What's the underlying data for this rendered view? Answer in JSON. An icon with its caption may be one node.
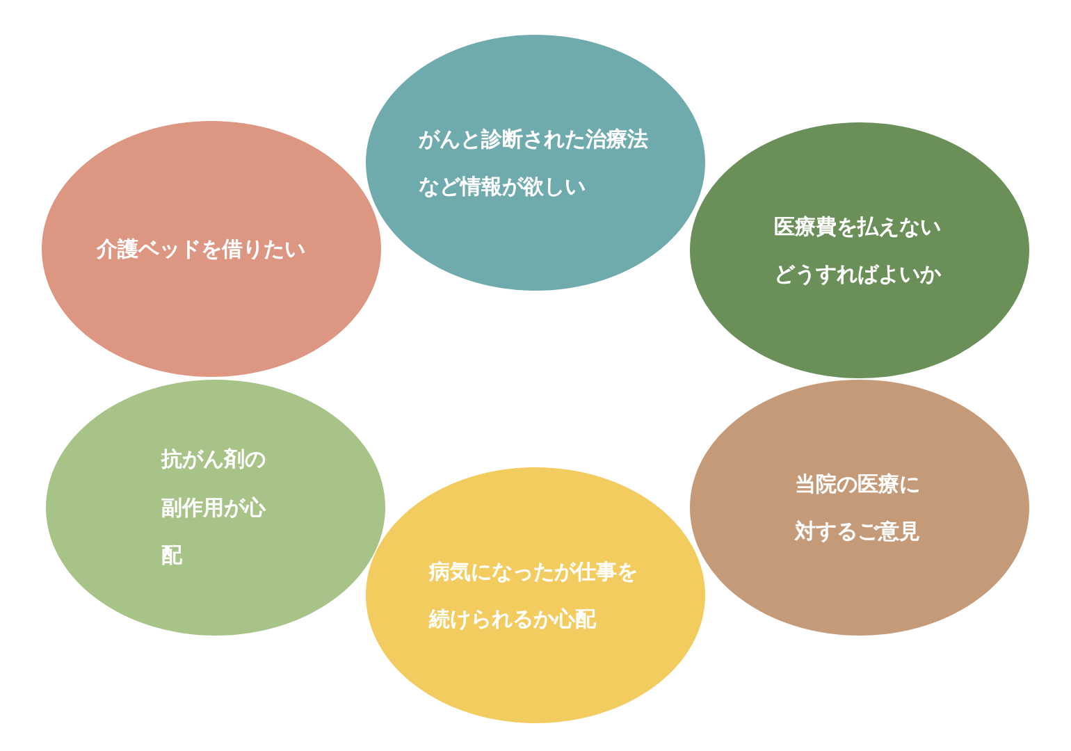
{
  "diagram": {
    "nodes": [
      {
        "text": [
          "がんと診断された治療法など情報が欲しい"
        ]
      },
      {
        "text": [
          "介護ベッドを借りたい"
        ]
      },
      {
        "text": [
          "医療費を払えないどうすればよいか"
        ]
      },
      {
        "text": [
          "抗がん剤の副作用が心配"
        ]
      },
      {
        "text": [
          "当院の医療に対するご意見"
        ]
      },
      {
        "text": [
          "病気になったが仕事を続けられるか心配"
        ]
      }
    ]
  }
}
